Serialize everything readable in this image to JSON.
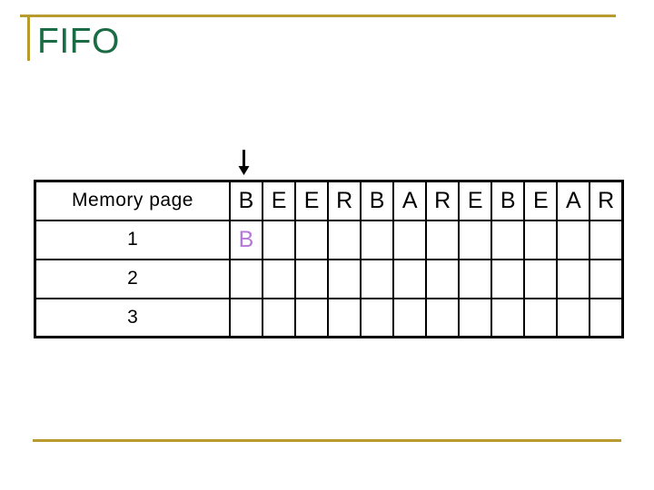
{
  "slide": {
    "title": "FIFO"
  },
  "decorations": {
    "accent_gold": "#b89b2f",
    "title_green": "#1b6b45",
    "table_border_black": "#000000"
  },
  "pointer": {
    "icon": "down-arrow",
    "points_to_column_index": 0
  },
  "table": {
    "corner_header": "Memory page",
    "reference_letters": [
      "B",
      "E",
      "E",
      "R",
      "B",
      "A",
      "R",
      "E",
      "B",
      "E",
      "A",
      "R"
    ],
    "rows": [
      {
        "label": "1",
        "cells": [
          "B",
          "",
          "",
          "",
          "",
          "",
          "",
          "",
          "",
          "",
          "",
          ""
        ]
      },
      {
        "label": "2",
        "cells": [
          "",
          "",
          "",
          "",
          "",
          "",
          "",
          "",
          "",
          "",
          "",
          ""
        ]
      },
      {
        "label": "3",
        "cells": [
          "",
          "",
          "",
          "",
          "",
          "",
          "",
          "",
          "",
          "",
          "",
          ""
        ]
      }
    ],
    "highlight_cells": [
      {
        "row": 0,
        "col": 0
      }
    ],
    "highlight_color": "#b678dc"
  }
}
